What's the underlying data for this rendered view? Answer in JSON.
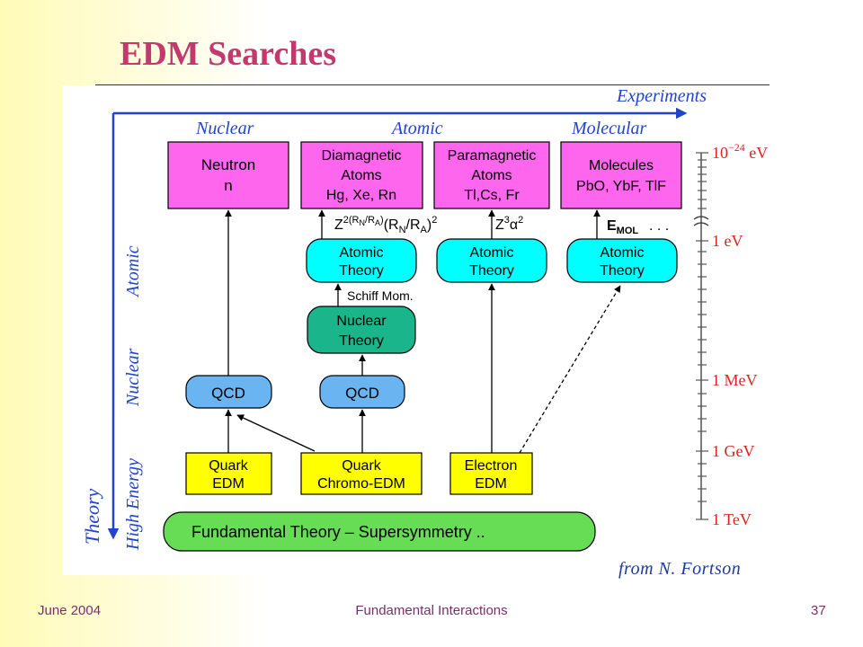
{
  "slide": {
    "title": "EDM Searches",
    "credit": "from N. Fortson",
    "footer_left": "June 2004",
    "footer_center": "Fundamental Interactions",
    "page_number": "37"
  },
  "axes": {
    "experiments": "Experiments",
    "theory": "Theory",
    "columns": [
      "Nuclear",
      "Atomic",
      "Molecular"
    ],
    "rows": [
      "High Energy",
      "Nuclear",
      "Atomic"
    ]
  },
  "boxes": {
    "neutron": [
      "Neutron",
      "n"
    ],
    "diamagnetic": [
      "Diamagnetic",
      "Atoms",
      "Hg, Xe, Rn"
    ],
    "paramagnetic": [
      "Paramagnetic",
      "Atoms",
      "Tl,Cs, Fr"
    ],
    "molecules": [
      "Molecules",
      "PbO, YbF, TlF"
    ],
    "atomic_theory": [
      "Atomic",
      "Theory"
    ],
    "nuclear_theory": [
      "Nuclear",
      "Theory"
    ],
    "qcd": "QCD",
    "quark_edm": [
      "Quark",
      "EDM"
    ],
    "quark_chromo": [
      "Quark",
      "Chromo-EDM"
    ],
    "electron_edm": [
      "Electron",
      "EDM"
    ],
    "fundamental": "Fundamental Theory – Supersymmetry  .."
  },
  "labels": {
    "schiff": "Schiff Mom.",
    "emol_dots": ". . ."
  },
  "energy_scale": {
    "ev_1e24_base": "10",
    "ev_1e24_exp": "−24",
    "ev_1e24_unit": " eV",
    "ev_1": "1 eV",
    "mev_1": "1 MeV",
    "gev_1": "1 GeV",
    "tev_1": "1 TeV"
  },
  "colors": {
    "magenta_box": "#ff66ee",
    "cyan_box": "#00ffff",
    "teal_box": "#1ab58a",
    "blue_box": "#6ab4f2",
    "yellow_box": "#ffff00",
    "green_box": "#66dd55",
    "axis_blue": "#2244cc",
    "scale_red": "#dd2222"
  }
}
